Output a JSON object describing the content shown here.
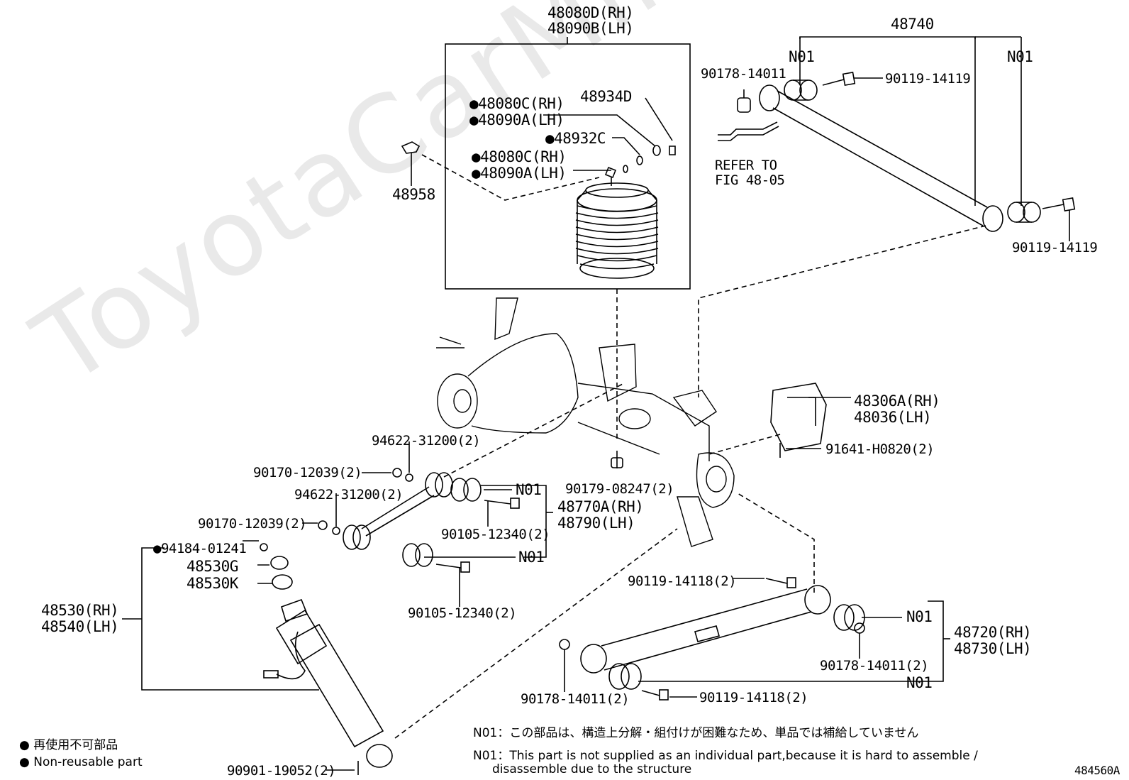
{
  "watermark": "ToyotaCarMine.ru",
  "diagram_id": "484560A",
  "labels": {
    "air_spring_rh": "48080D(RH)",
    "air_spring_lh": "48090B(LH)",
    "p48958": "48958",
    "p48080c_rh_a": "●48080C(RH)",
    "p48090a_lh_a": "●48090A(LH)",
    "p48934d": "48934D",
    "p48932c": "●48932C",
    "p48080c_rh_b": "●48080C(RH)",
    "p48090a_lh_b": "●48090A(LH)",
    "lateral_rod": "48740",
    "n01_a": "N01",
    "n01_b": "N01",
    "nut_90178_top": "90178-14011",
    "bolt_90119_top": "90119-14119",
    "bolt_90119_right": "90119-14119",
    "refer_to": "REFER TO",
    "refer_fig": "FIG 48-05",
    "bracket_rh": "48306A(RH)",
    "bracket_lh": "48036(LH)",
    "bolt_91641": "91641-H0820(2)",
    "washer_94622_a": "94622-31200(2)",
    "nut_90170_a": "90170-12039(2)",
    "washer_94622_b": "94622-31200(2)",
    "nut_90170_b": "90170-12039(2)",
    "nut_90179": "90179-08247(2)",
    "n01_c": "N01",
    "stab_link_rh": "48770A(RH)",
    "stab_link_lh": "48790(LH)",
    "bolt_90105_a": "90105-12340(2)",
    "n01_d": "N01",
    "bolt_90105_b": "90105-12340(2)",
    "nut_94184": "●94184-01241",
    "cushion_48530g": "48530G",
    "cushion_48530k": "48530K",
    "absorber_rh": "48530(RH)",
    "absorber_lh": "48540(LH)",
    "bolt_90119_14118_a": "90119-14118(2)",
    "n01_e": "N01",
    "arm_rh": "48720(RH)",
    "arm_lh": "48730(LH)",
    "nut_90178_a": "90178-14011(2)",
    "nut_90178_b": "90178-14011(2)",
    "n01_f": "N01",
    "bolt_90119_14118_b": "90119-14118(2)",
    "bolt_90901": "90901-19052(2)"
  },
  "notes": {
    "jp": "N01：この部品は、構造上分解・組付けが困難なため、単品では補給していません",
    "en_line1": "N01：This part is not supplied as an individual part,because it is hard to assemble /",
    "en_line2": "     disassemble due to the structure"
  },
  "legend": {
    "jp": "● 再使用不可部品",
    "en": "● Non-reusable part"
  }
}
